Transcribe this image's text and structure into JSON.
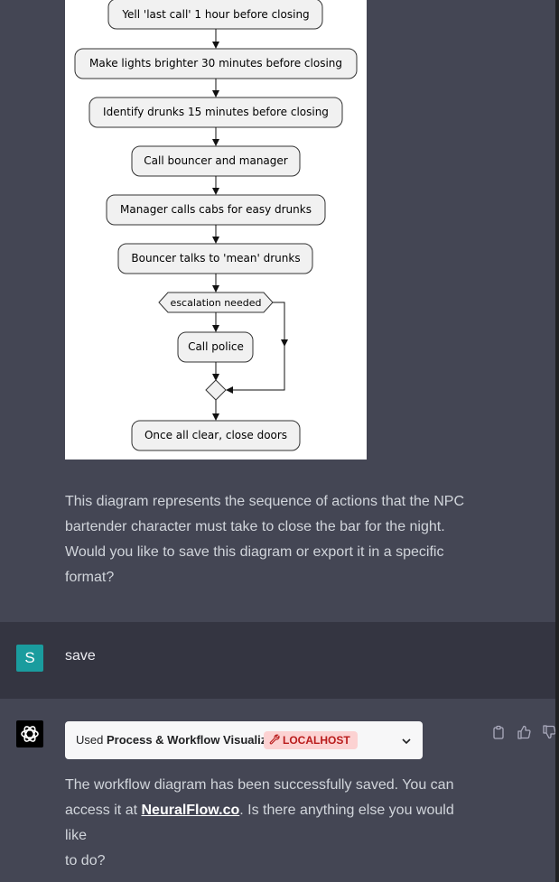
{
  "diagram": {
    "steps": [
      "Yell 'last call' 1 hour before closing",
      "Make lights brighter 30 minutes before closing",
      "Identify drunks 15 minutes before closing",
      "Call bouncer and manager",
      "Manager calls cabs for easy drunks",
      "Bouncer talks to 'mean' drunks"
    ],
    "decision": "escalation needed",
    "branch_step": "Call police",
    "final_step": "Once all clear, close doors"
  },
  "assistant_message_1": {
    "line1": "This diagram represents the sequence of actions that the NPC",
    "line2": "bartender character must take to close the bar for the night.",
    "line3": "Would you like to save this diagram or export it in a specific",
    "line4": "format?"
  },
  "user_message": {
    "avatar_initial": "S",
    "text": "save"
  },
  "plugin": {
    "used_prefix": "Used",
    "name": "Process & Workflow Visualizer",
    "badge": "LOCALHOST"
  },
  "assistant_message_2": {
    "line1": "The workflow diagram has been successfully saved. You can",
    "line2_prefix": "access it at ",
    "link": "NeuralFlow.co",
    "line2_suffix": ". Is there anything else you would like",
    "line3": "to do?"
  },
  "icons": {
    "avatar_gpt": "openai-logo-icon",
    "copy": "clipboard-icon",
    "thumbs_up": "thumbs-up-icon",
    "thumbs_down": "thumbs-down-icon",
    "wrench": "wrench-icon",
    "chevron": "chevron-down-icon"
  },
  "colors": {
    "assistant_bg": "#444654",
    "user_bg": "#343541",
    "user_avatar": "#1a9c9e",
    "badge_bg": "#fcd2d2",
    "badge_text": "#b91c1c"
  }
}
